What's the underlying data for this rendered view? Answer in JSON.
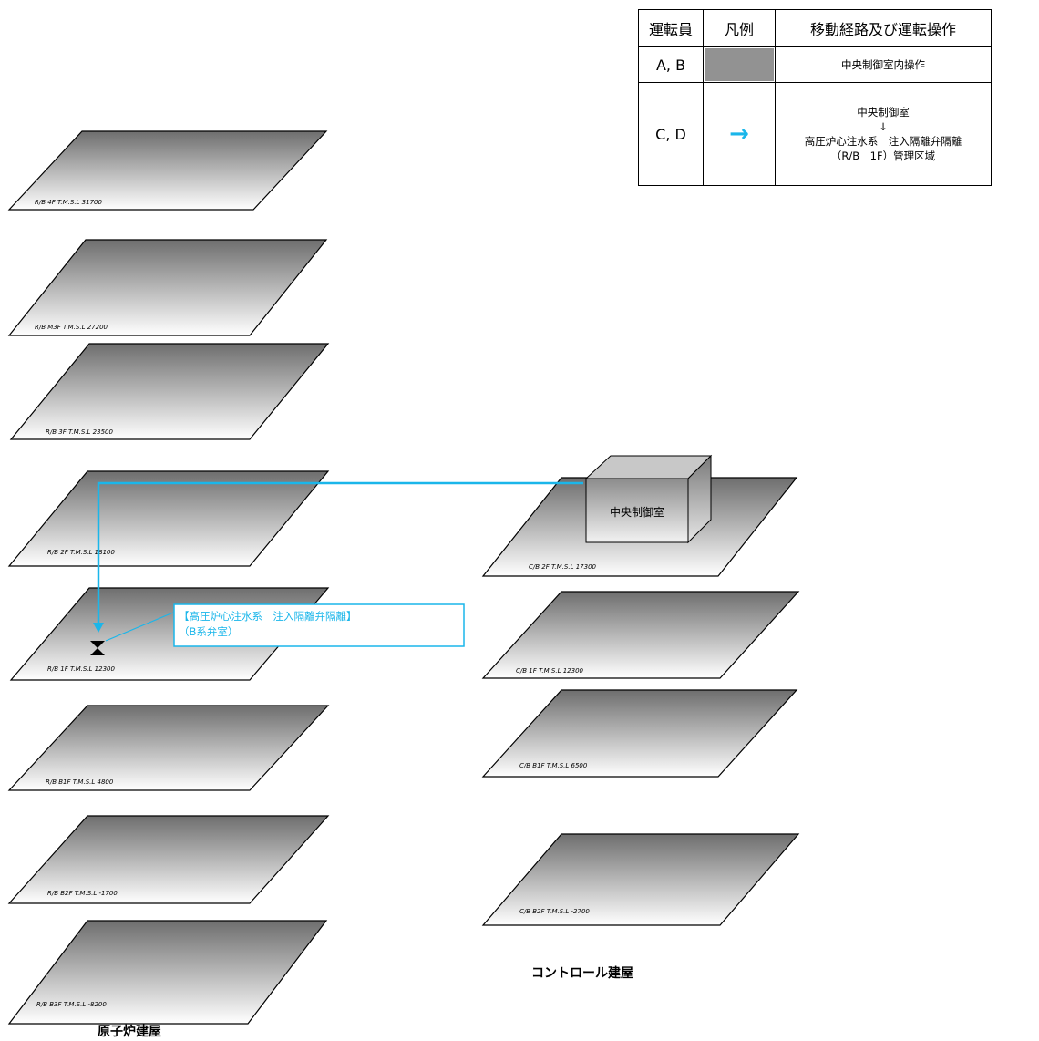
{
  "legend": {
    "headers": [
      "運転員",
      "凡例",
      "移動経路及び運転操作"
    ],
    "rows": [
      {
        "operators": "A, B",
        "legend_type": "gray-fill",
        "description_lines": [
          "中央制御室内操作"
        ]
      },
      {
        "operators": "C, D",
        "legend_type": "cyan-arrow",
        "arrow_glyph": "→",
        "description_lines": [
          "中央制御室",
          "↓",
          "高圧炉心注水系　注入隔離弁隔離",
          "（R/B　1F）管理区域"
        ]
      }
    ]
  },
  "reactor_building": {
    "name": "原子炉建屋",
    "floors": [
      "R/B 4F T.M.S.L 31700",
      "R/B M3F T.M.S.L 27200",
      "R/B 3F T.M.S.L 23500",
      "R/B 2F T.M.S.L 18100",
      "R/B 1F T.M.S.L 12300",
      "R/B B1F T.M.S.L 4800",
      "R/B B2F T.M.S.L -1700",
      "R/B B3F T.M.S.L -8200"
    ]
  },
  "control_building": {
    "name": "コントロール建屋",
    "floors": [
      "C/B 2F T.M.S.L 17300",
      "C/B 1F T.M.S.L 12300",
      "C/B B1F T.M.S.L 6500",
      "C/B B2F T.M.S.L -2700"
    ]
  },
  "control_room": {
    "label": "中央制御室"
  },
  "callout": {
    "line1": "【高圧炉心注水系　注入隔離弁隔離】",
    "line2": "（B系弁室）"
  },
  "colors": {
    "route": "#1ab6ea",
    "legend_fill": "#929292",
    "slab_dark": "#6e6e6e",
    "slab_light": "#ffffff"
  },
  "icons": {
    "valve": "valve-icon",
    "route_arrow": "cyan-arrow-icon"
  }
}
